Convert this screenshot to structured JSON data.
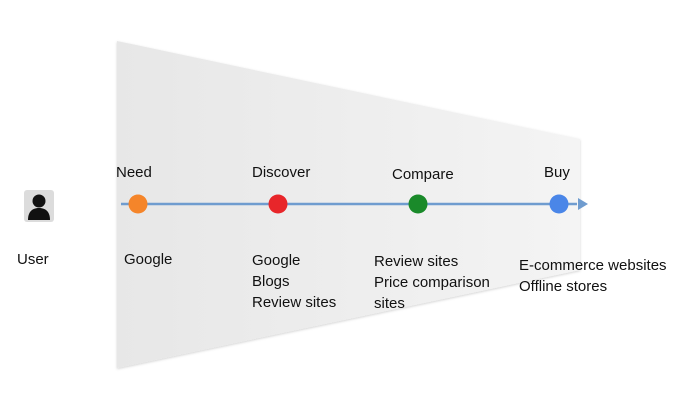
{
  "actor": {
    "label": "User",
    "icon": "person-icon"
  },
  "stages": [
    {
      "name": "Need",
      "color": "#f5852a",
      "sources": [
        "Google"
      ]
    },
    {
      "name": "Discover",
      "color": "#e8262a",
      "sources": [
        "Google",
        "Blogs",
        "Review sites"
      ]
    },
    {
      "name": "Compare",
      "color": "#1a8a2a",
      "sources": [
        "Review sites",
        "Price comparison",
        "sites"
      ]
    },
    {
      "name": "Buy",
      "color": "#4a86e8",
      "sources": [
        "E-commerce websites",
        "Offline stores"
      ]
    }
  ],
  "colors": {
    "funnel": "#ebebeb",
    "line": "#6f9ccf"
  }
}
